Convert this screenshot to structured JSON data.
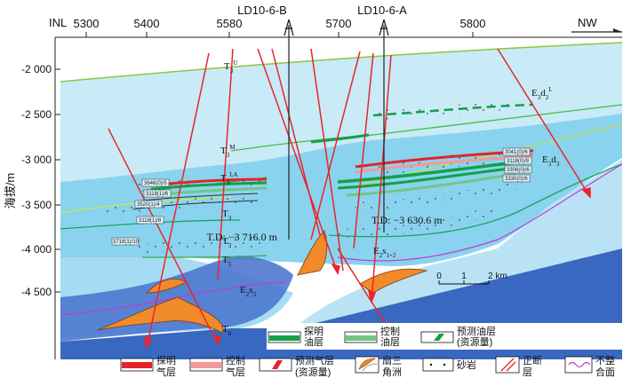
{
  "axis": {
    "inline_label": "INL",
    "x_ticks": [
      "5300",
      "5400",
      "5580",
      "5700",
      "5800"
    ],
    "y_label": "海拔/m",
    "y_ticks": [
      "-2 000",
      "-2 500",
      "-3 000",
      "-3 500",
      "-4 000",
      "-4 500"
    ]
  },
  "orientation": "NW",
  "wells": [
    {
      "name": "LD10-6-B",
      "td": "T.D: −3 716.0 m"
    },
    {
      "name": "LD10-6-A",
      "td": "T.D: −3 630.6 m"
    }
  ],
  "horizons": {
    "t3u": "T",
    "t3u_sup": "U",
    "t3u_sub": "3",
    "t3m": "T",
    "t3m_sup": "M",
    "t3m_sub": "3",
    "t3la": "T",
    "t3la_sup": "LA",
    "t3la_sub": "3",
    "t3a": "T",
    "t3a_sub": "3",
    "t3b": "T",
    "t3b_sub": "3",
    "t5": "T",
    "t5_sub": "5",
    "t8": "T",
    "t8_sub": "8"
  },
  "formations": {
    "e3d2": "E",
    "e3d2_sub1": "3",
    "e3d2_mid": "d",
    "e3d2_sub2": "2",
    "e3d2_sup": "L",
    "e3d3": "E",
    "e3d3_sub1": "3",
    "e3d3_mid": "d",
    "e3d3_sub2": "3",
    "e2s12": "E",
    "e2s12_sub1": "2",
    "e2s12_mid": "s",
    "e2s12_sub2": "1+2",
    "e2s3": "E",
    "e2s3_sub1": "2",
    "e2s3_mid": "s",
    "e2s3_sub2": "3"
  },
  "scale": {
    "ticks": [
      "0",
      "1",
      "2 km"
    ]
  },
  "reservoir_labels": {
    "left": [
      "3646(0)/5",
      "3118(1)/6",
      "3520(1)/4",
      "3118(1)/8",
      "3718(1)/10"
    ],
    "right": [
      "3041(0)/6",
      "3118(0)/8",
      "3306(0)/6",
      "3330(0)/6"
    ]
  },
  "legend": {
    "proven_oil": "探明\n油层",
    "controlled_oil": "控制\n油层",
    "predicted_oil": "预测油层\n(资源量)",
    "proven_gas": "探明\n气层",
    "controlled_gas": "控制\n气层",
    "predicted_gas": "预测气层\n(资源量)",
    "fan_delta": "扇三\n角洲",
    "sandstone": "砂岩",
    "normal_fault": "正断\n层",
    "unconformity": "不整\n合面"
  },
  "colors": {
    "sky_blue": "#bfe8f6",
    "mid_blue": "#7fcbea",
    "deep_blue": "#5aa4dd",
    "basement": "#3f6ec8",
    "fault": "#e8262b",
    "oil_proven": "#14a046",
    "oil_control": "#74c585",
    "gas_proven": "#e5232a",
    "gas_control": "#f19a9b",
    "fan": "#f08a2a",
    "unconformity": "#c03bd0"
  }
}
